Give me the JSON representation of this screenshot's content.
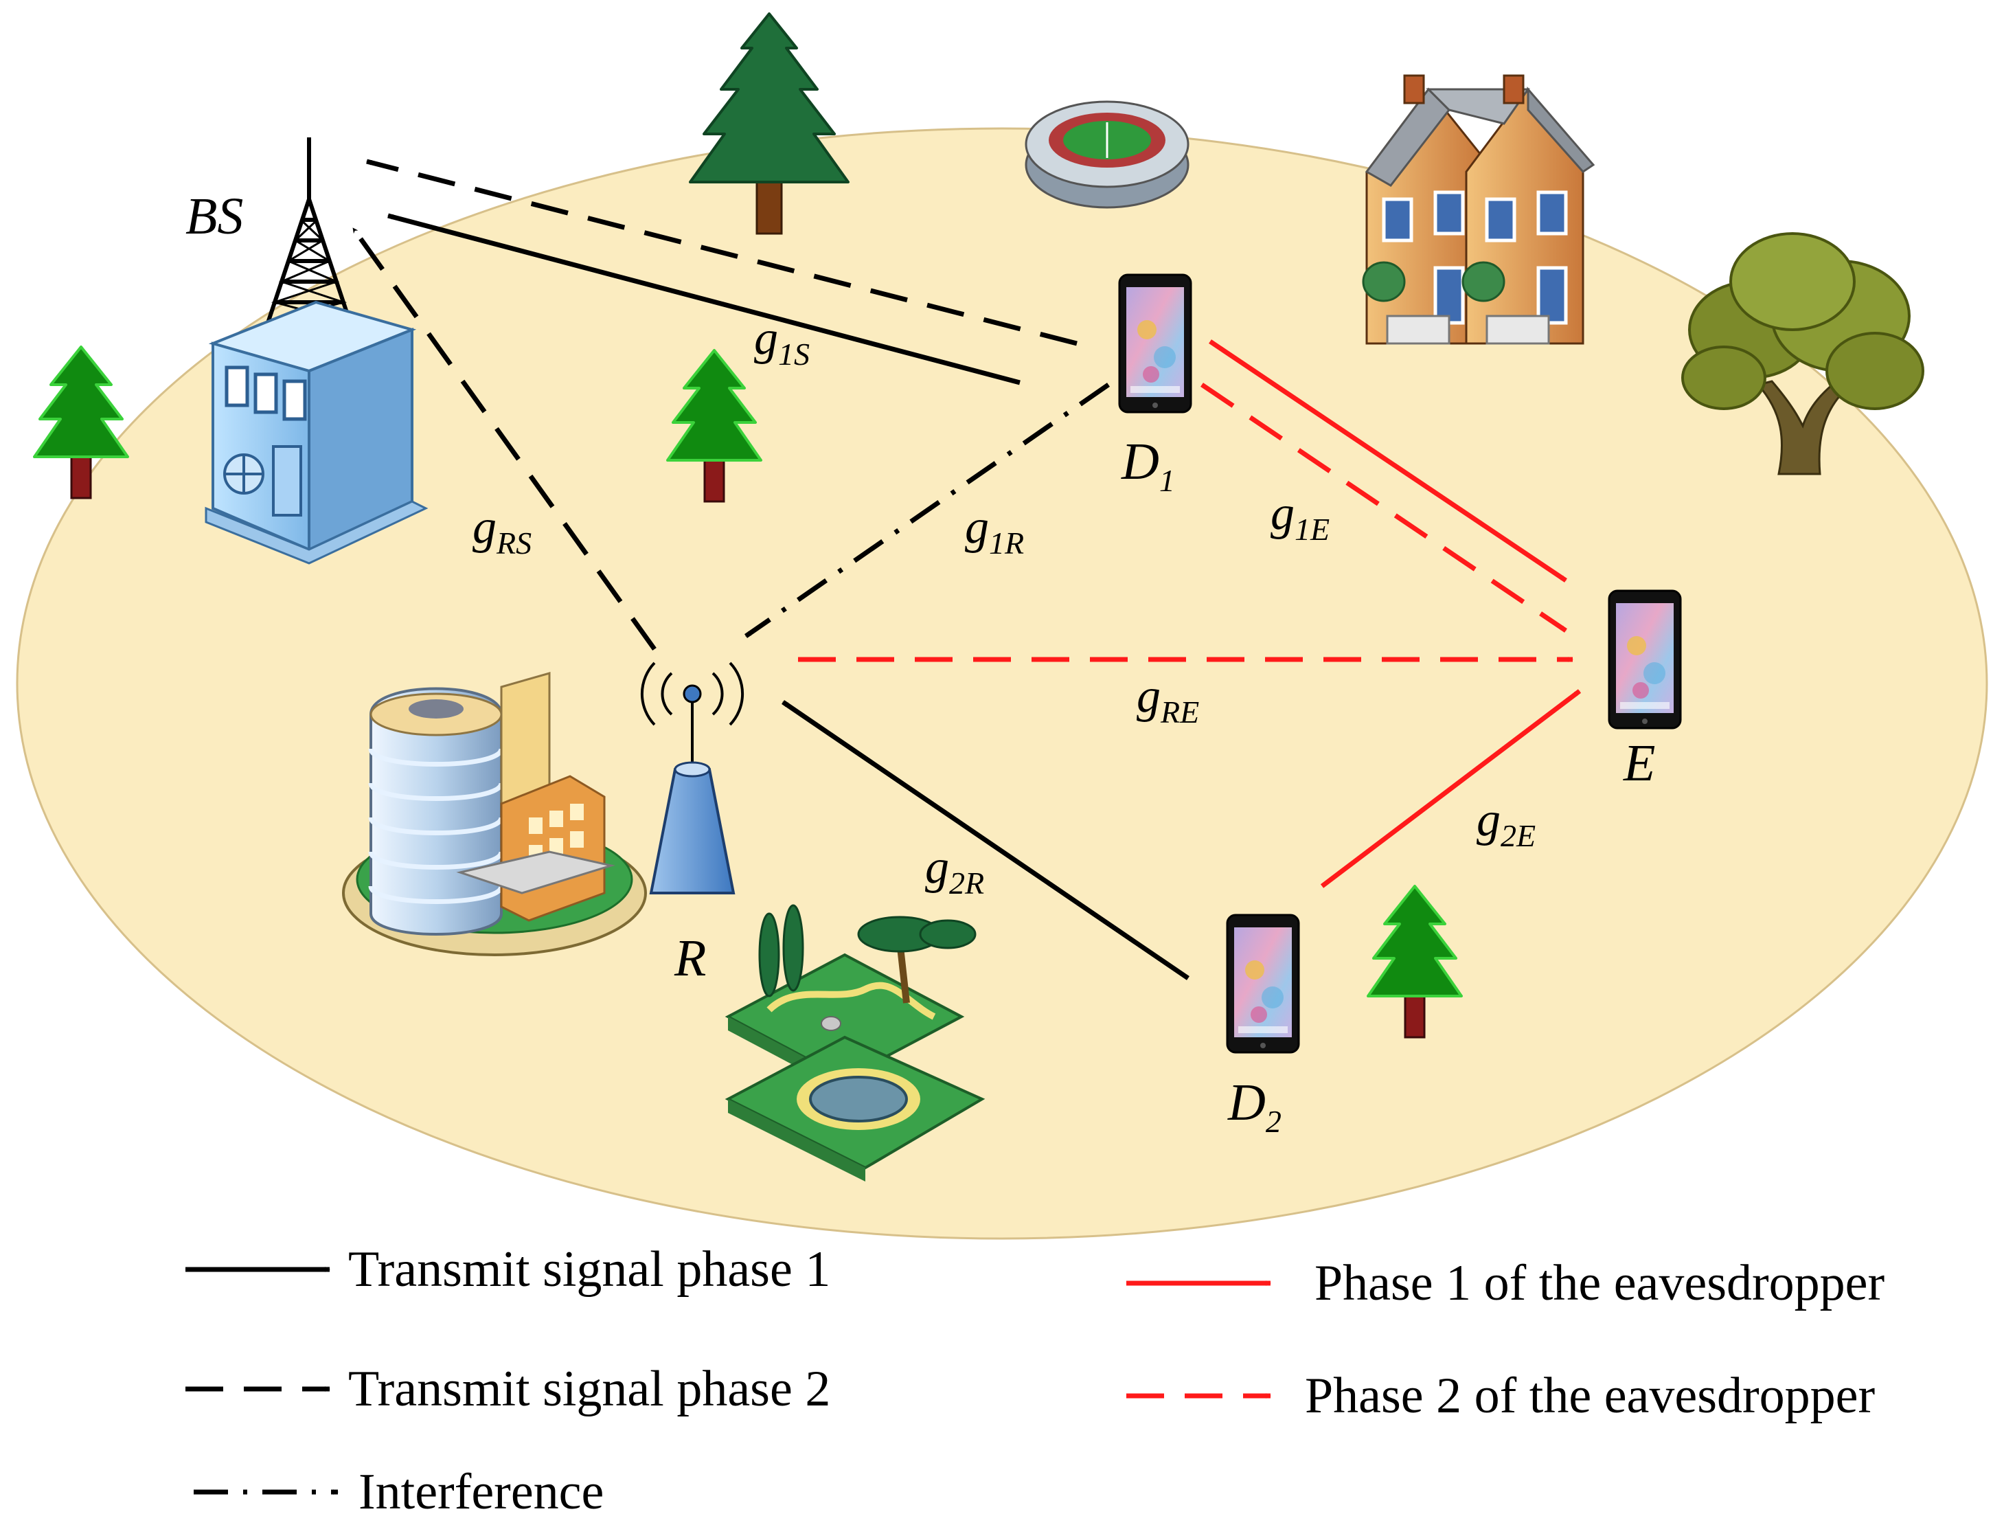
{
  "nodes": {
    "bs": {
      "label": "BS",
      "sub": ""
    },
    "r": {
      "label": "R",
      "sub": ""
    },
    "d1": {
      "label": "D",
      "sub": "1"
    },
    "d2": {
      "label": "D",
      "sub": "2"
    },
    "e": {
      "label": "E",
      "sub": ""
    }
  },
  "links": {
    "g1s": {
      "main": "g",
      "sub": "1S"
    },
    "grs": {
      "main": "g",
      "sub": "RS"
    },
    "g1r": {
      "main": "g",
      "sub": "1R"
    },
    "g1e": {
      "main": "g",
      "sub": "1E"
    },
    "gre": {
      "main": "g",
      "sub": "RE"
    },
    "g2r": {
      "main": "g",
      "sub": "2R"
    },
    "g2e": {
      "main": "g",
      "sub": "2E"
    }
  },
  "legend": {
    "transmit_phase1": "Transmit signal phase 1",
    "transmit_phase2": "Transmit signal phase 2",
    "interference": "Interference",
    "eaves_phase1": "Phase 1 of the eavesdropper",
    "eaves_phase2": "Phase 2 of the eavesdropper"
  },
  "icons": [
    "tower-icon",
    "relay-antenna-icon",
    "tablet-icon",
    "pine-tree-icon",
    "oak-tree-icon",
    "stadium-icon",
    "houses-icon",
    "office-building-icon",
    "park-icon"
  ],
  "colors": {
    "area": "#fbecc0",
    "area_stroke": "#d7c08a",
    "signal": "#000000",
    "eavesdropper": "#ff1a1a"
  }
}
